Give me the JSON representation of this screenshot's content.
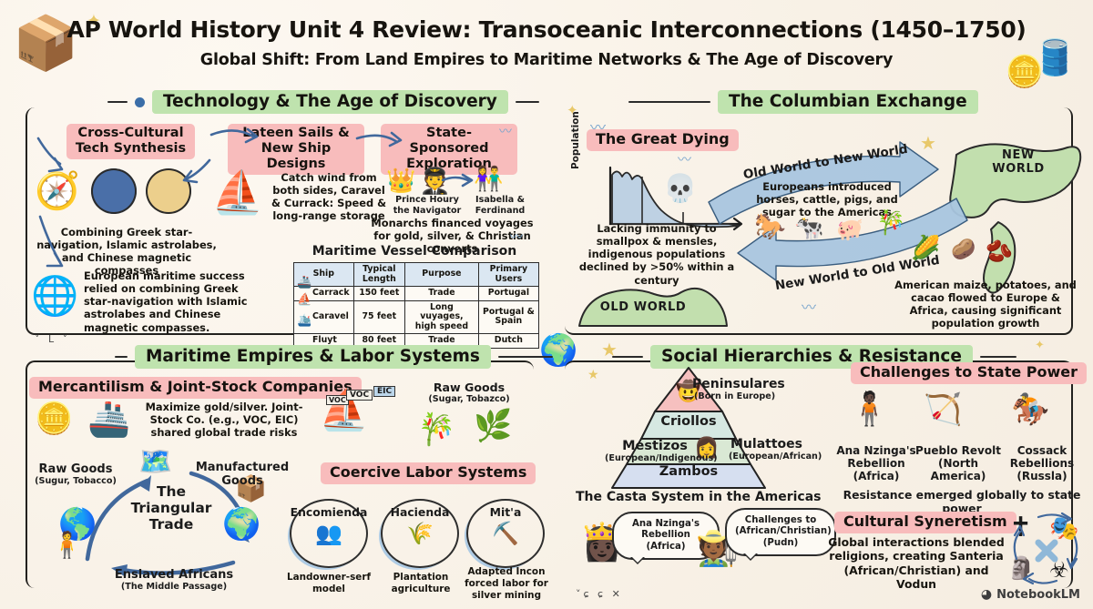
{
  "title": "AP World History Unit 4 Review: Transoceanic Interconnections (1450–1750)",
  "subtitle": "Global Shift: From Land Empires to Maritime Networks & The Age of Discovery",
  "watermark": "NotebookLM",
  "sections": {
    "technology": {
      "banner": "Technology & The Age of Discovery",
      "cards": [
        {
          "heading": "Cross-Cultural\nTech Synthesis",
          "caption": "Combining Greek star-navigation, Islamic astrolabes, and Chinese magnetic compasses",
          "detail": "European maritime success relied on combining Greek star-navigation with Islamic astrolabes and Chinese magnetic compasses.",
          "icons": [
            "compass-icon",
            "star-chart-icon",
            "astrolabe-icon",
            "globe-icon"
          ]
        },
        {
          "heading": "Lateen Sails &\nNew Ship Designs",
          "caption": "Catch wind from both sides, Caravel & Currack: Speed & long-range storage",
          "icons": [
            "lateen-ship-icon"
          ]
        },
        {
          "heading": "State-Sponsored\nExploration",
          "figures": [
            {
              "name": "Prince Houry\nthe Navigator",
              "icon": "crown-icon"
            },
            {
              "name": "Isabella &\nFerdinand",
              "icon": "monarch-pair-icon"
            }
          ],
          "caption": "Monarchs financed voyages for gold, silver, & Christian converts"
        }
      ],
      "table": {
        "title": "Maritime Vessel Comparison",
        "columns": [
          "Ship",
          "Typical Length",
          "Purpose",
          "Primary Users"
        ],
        "rows": [
          [
            "Carrack",
            "150 feet",
            "Trade",
            "Portugal"
          ],
          [
            "Caravel",
            "75 feet",
            "Long vuyages, high speed",
            "Portugal & Spain"
          ],
          [
            "Fluyt",
            "80 feet",
            "Trade",
            "Dutch"
          ]
        ]
      }
    },
    "columbian": {
      "banner": "The Columbian Exchange",
      "great_dying": {
        "heading": "The Great Dying",
        "y_axis": "Population",
        "caption": "Lacking immunity to smallpox & mensles, indigenous populations declined by >50% within a century",
        "icon": "skull-icon"
      },
      "arrows": [
        {
          "label": "Old World to New World",
          "caption": "Europeans introduced horses, cattle, pigs, and sugar to the Americas",
          "items": [
            "horse-icon",
            "cow-icon",
            "pig-icon",
            "sugarcane-icon"
          ],
          "direction": "right"
        },
        {
          "label": "New World to Old World",
          "caption": "American maize, potatoes, and cacao flowed to Europe & Africa, causing significant population growth",
          "items": [
            "maize-icon",
            "potato-icon",
            "cacao-icon"
          ],
          "direction": "left"
        }
      ],
      "map_labels": [
        "OLD WORLD",
        "NEW WORLD"
      ]
    },
    "maritime": {
      "banner": "Maritime Empires & Labor Systems",
      "mercantilism": {
        "heading": "Mercantilism & Joint-Stock Companies",
        "caption": "Maximize gold/silver. Joint-Stock Co. (e.g., VOC, EIC) shared global trade risks",
        "icons": [
          "gold-coins-icon",
          "merchant-ship-icon"
        ]
      },
      "triangular": {
        "center": "The\nTriangular\nTrade",
        "nodes": [
          {
            "label": "Raw Goods",
            "sub": "(Sugur, Tobacco)"
          },
          {
            "label": "Manufactured",
            "sub": "Goods"
          },
          {
            "label": "Enslaved Africans",
            "sub": "(The Middle Passage)"
          }
        ]
      },
      "company_ship": {
        "flags": [
          "VOC",
          "VOC",
          "EIC"
        ],
        "raw_goods_label": "Raw Goods",
        "raw_goods_sub": "(Sugar, Tobazco)"
      },
      "coercive": {
        "heading": "Coercive Labor Systems",
        "systems": [
          {
            "name": "Encomienda",
            "caption": "Landowner-serf model",
            "icon": "landowner-serf-icon"
          },
          {
            "name": "Hacienda",
            "caption": "Plantation agriculture",
            "icon": "plantation-icon"
          },
          {
            "name": "Mit'a",
            "caption": "Adapted Incon forced labor for silver mining",
            "icon": "miner-icon"
          }
        ]
      }
    },
    "social": {
      "banner": "Social Hierarchies & Resistance",
      "pyramid": {
        "caption": "The Casta System in the Americas",
        "levels": [
          {
            "label": "Peninsulares",
            "sub": "(Born in Europe)",
            "color": "#f6c0bf",
            "external": true
          },
          {
            "label": "Criollos",
            "sub": "",
            "color": "#d6e8e2",
            "external": false
          },
          {
            "label": "Mestizos",
            "sub": "(European/Indigenous)",
            "color": "#d5e7d3",
            "external": false,
            "side_label": "Mulattoes",
            "side_sub": "(European/African)"
          },
          {
            "label": "Zambos",
            "sub": "",
            "color": "#d6dff0",
            "external": false
          }
        ]
      },
      "challenges": {
        "heading": "Challenges to State Power",
        "items": [
          {
            "name": "Ana Nzinga's\nRebellion",
            "region": "(Africa)",
            "icon": "warrior-queen-icon"
          },
          {
            "name": "Pueblo Revolt",
            "region": "(North America)",
            "icon": "pueblo-group-icon"
          },
          {
            "name": "Cossack\nRebellions",
            "region": "(Russla)",
            "icon": "horse-rider-icon"
          }
        ],
        "caption": "Resistance emerged globally to state power"
      },
      "bubbles": [
        {
          "text": "Ana Nzinga's\nRebellion\n(Africa)"
        },
        {
          "text": "Challenges to\n(African/Christian)\n(Pudn)"
        }
      ],
      "syncretism": {
        "heading": "Cultural Syneretism",
        "caption": "Global interactions blended religions, creating Santeria (African/Christian) and Vodun",
        "icons": [
          "cross-icon",
          "african-mask-icon",
          "spirit-mask-icon",
          "veve-symbol-icon"
        ]
      }
    }
  },
  "colors": {
    "banner_green": "#bfe3ae",
    "pill_pink": "#f8bcbc",
    "arrow_blue": "#9dc4e3",
    "paper": "#faf4ec",
    "ink": "#1b1b1b"
  }
}
